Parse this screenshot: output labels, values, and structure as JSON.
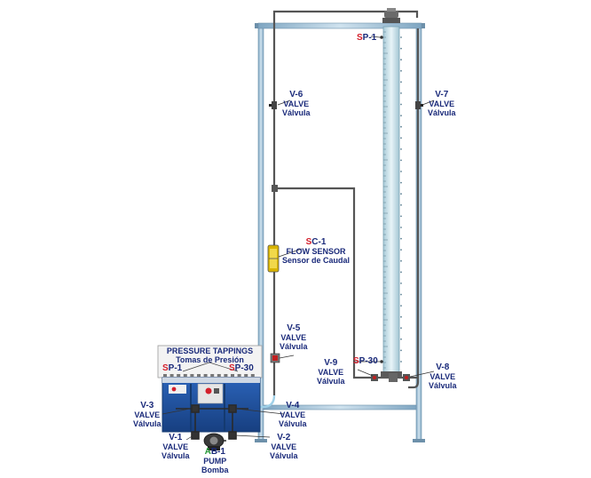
{
  "labels": {
    "sp1_top": {
      "prefix": "S",
      "rest": "P-1"
    },
    "v6": {
      "tag": "V-6",
      "en": "VALVE",
      "es": "Válvula"
    },
    "v7": {
      "tag": "V-7",
      "en": "VALVE",
      "es": "Válvula"
    },
    "sc1": {
      "prefix": "S",
      "rest": "C-1",
      "en": "FLOW SENSOR",
      "es": "Sensor de Caudal"
    },
    "v5": {
      "tag": "V-5",
      "en": "VALVE",
      "es": "Válvula"
    },
    "v9": {
      "tag": "V-9",
      "en": "VALVE",
      "es": "Válvula"
    },
    "sp30_col": {
      "prefix": "S",
      "rest": "P-30"
    },
    "v8": {
      "tag": "V-8",
      "en": "VALVE",
      "es": "Válvula"
    },
    "pressure_tappings": {
      "en": "PRESSURE TAPPINGS",
      "es": "Tomas de Presión",
      "sp1": {
        "prefix": "S",
        "rest": "P-1"
      },
      "sp30": {
        "prefix": "S",
        "rest": "P-30"
      }
    },
    "v3": {
      "tag": "V-3",
      "en": "VALVE",
      "es": "Válvula"
    },
    "v4": {
      "tag": "V-4",
      "en": "VALVE",
      "es": "Válvula"
    },
    "v1": {
      "tag": "V-1",
      "en": "VALVE",
      "es": "Válvula"
    },
    "ab1": {
      "prefix": "A",
      "rest": "B-1",
      "en": "PUMP",
      "es": "Bomba"
    },
    "v2": {
      "tag": "V-2",
      "en": "VALVE",
      "es": "Válvula"
    }
  },
  "colors": {
    "frame": "#8fb3cc",
    "pipe": "#555555",
    "column": "#cfe4ec",
    "base": "#1f4e9a",
    "label": "#1a2a7a",
    "accent_red": "#d4202c",
    "accent_green": "#2a9a3a"
  }
}
